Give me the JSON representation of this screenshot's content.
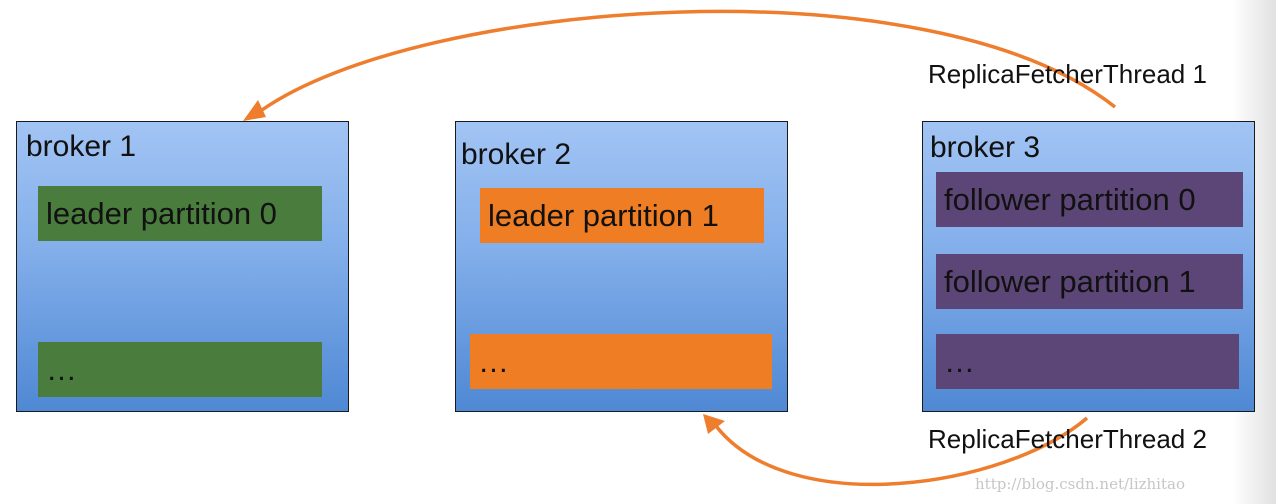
{
  "brokers": [
    {
      "title": "broker 1",
      "partitions": [
        "leader partition 0",
        "…"
      ]
    },
    {
      "title": "broker 2",
      "partitions": [
        "leader partition 1",
        "…"
      ]
    },
    {
      "title": "broker 3",
      "partitions": [
        "follower partition 0",
        "follower partition 1",
        "…"
      ]
    }
  ],
  "threads": {
    "thread1": "ReplicaFetcherThread 1",
    "thread2": "ReplicaFetcherThread 2"
  },
  "colors": {
    "leader_broker1": "#4a7c3e",
    "leader_broker2": "#ef7d23",
    "follower": "#5c4677",
    "arrow": "#ee7d2d",
    "broker_bg": "#82aeea"
  },
  "watermark": "http://blog.csdn.net/lizhitao"
}
